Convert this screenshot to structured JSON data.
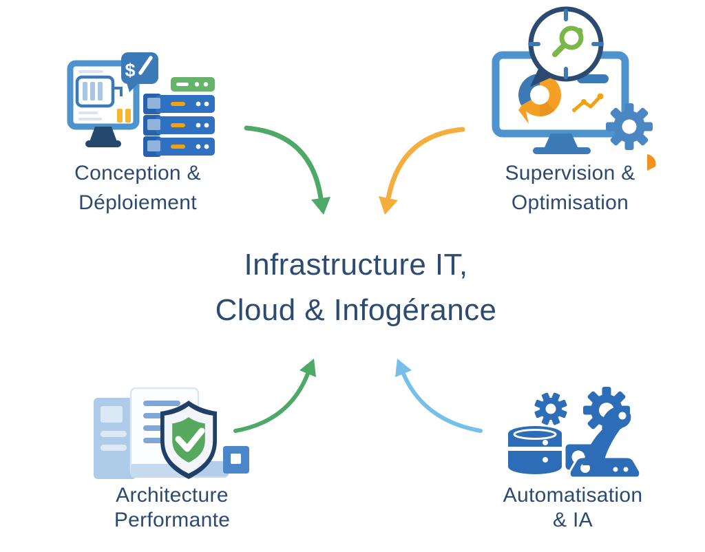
{
  "title": {
    "line1": "Infrastructure IT,",
    "line2": "Cloud & Infogérance"
  },
  "nodes": {
    "top_left": {
      "line1": "Conception &",
      "line2": "Déploiement",
      "icon": "monitor-terminal-servers-icon"
    },
    "top_right": {
      "line1": "Supervision &",
      "line2": "Optimisation",
      "icon": "monitor-analytics-gear-icon"
    },
    "bottom_left": {
      "line1": "Architecture",
      "line2": "Performante",
      "icon": "document-shield-check-icon"
    },
    "bottom_right": {
      "line1": "Automatisation",
      "line2": "& IA",
      "icon": "gears-database-robot-icon"
    }
  },
  "arrows": [
    {
      "from": "top_left",
      "to": "center",
      "color": "#4ea868"
    },
    {
      "from": "top_right",
      "to": "center",
      "color": "#f5ae3d"
    },
    {
      "from": "bottom_left",
      "to": "center",
      "color": "#4ea868"
    },
    {
      "from": "bottom_right",
      "to": "center",
      "color": "#74c0e8"
    }
  ],
  "palette": {
    "text_navy": "#2c4a70",
    "title_navy": "#2d4a71",
    "arrow_green": "#4ea868",
    "arrow_orange": "#f5ae3d",
    "arrow_blue": "#74c0e8",
    "accent_orange": "#f0921e",
    "icon_blue": "#2f70c0",
    "icon_blue_medium": "#3b79b7",
    "icon_blue_frame": "#4e93cd",
    "icon_blue_solid": "#2d6db8",
    "icon_navy": "#1f3f66",
    "icon_green": "#67b36b",
    "icon_green_check": "#56a85e",
    "icon_magnifier_green": "#7ab648",
    "icon_yellow": "#f5b731",
    "icon_orange": "#f0a210",
    "icon_pie_orange": "#f5a024",
    "icon_light_blue": "#aecbe9",
    "background": "#ffffff"
  }
}
